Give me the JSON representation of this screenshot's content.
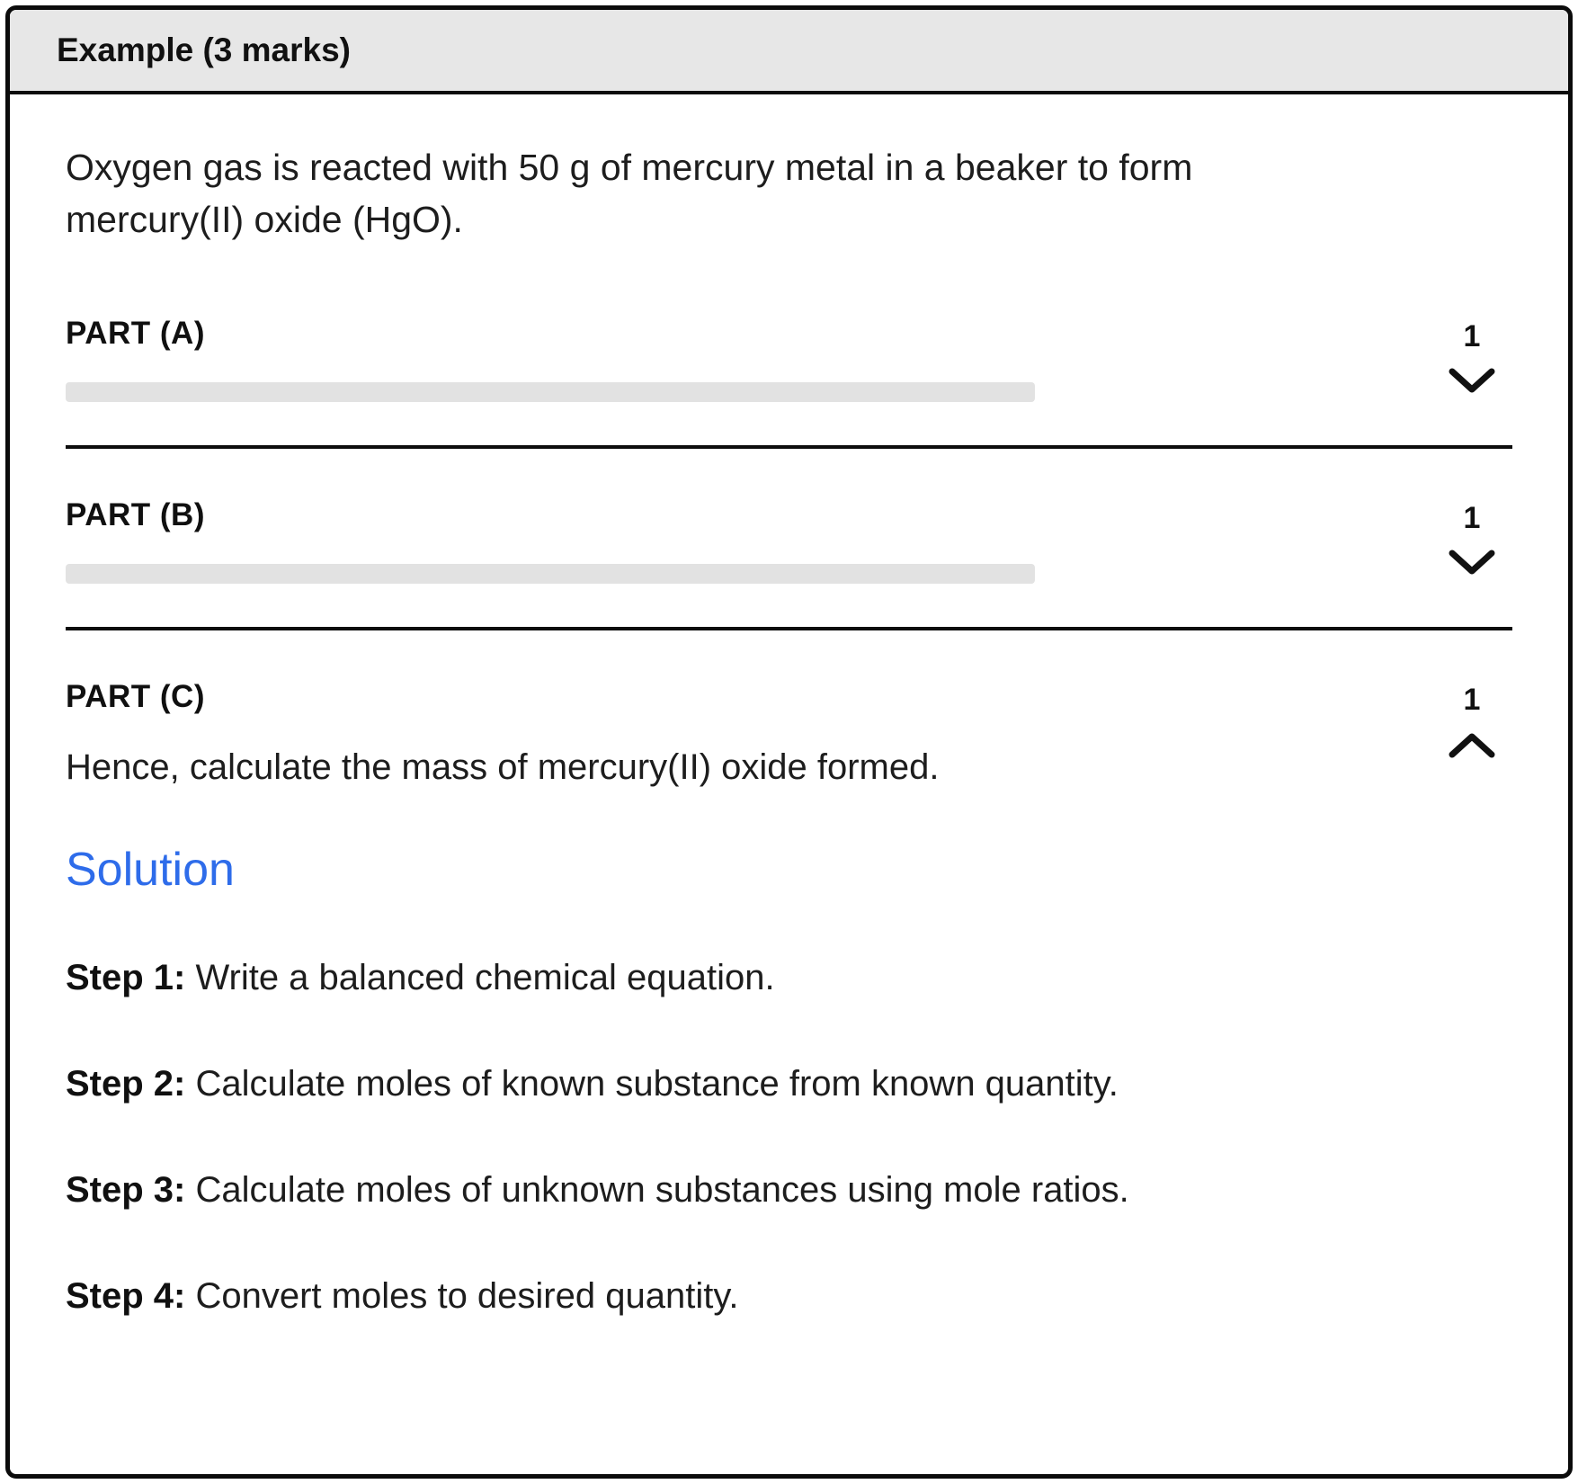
{
  "header": {
    "title": "Example (3 marks)"
  },
  "question": "Oxygen gas is reacted with 50 g of mercury metal in a beaker to form mercury(II) oxide (HgO).",
  "parts": [
    {
      "label": "PART (A)",
      "marks": "1",
      "expanded": false
    },
    {
      "label": "PART (B)",
      "marks": "1",
      "expanded": false
    },
    {
      "label": "PART (C)",
      "marks": "1",
      "expanded": true,
      "text": "Hence, calculate the mass of mercury(II) oxide formed."
    }
  ],
  "solution": {
    "heading": "Solution",
    "steps": [
      {
        "label": "Step 1:",
        "text": " Write a balanced chemical equation."
      },
      {
        "label": "Step 2:",
        "text": " Calculate moles of known substance from known quantity."
      },
      {
        "label": "Step 3:",
        "text": " Calculate moles of unknown substances using mole ratios."
      },
      {
        "label": "Step 4:",
        "text": " Convert moles to desired quantity."
      }
    ]
  },
  "colors": {
    "accent": "#2e6cea"
  }
}
